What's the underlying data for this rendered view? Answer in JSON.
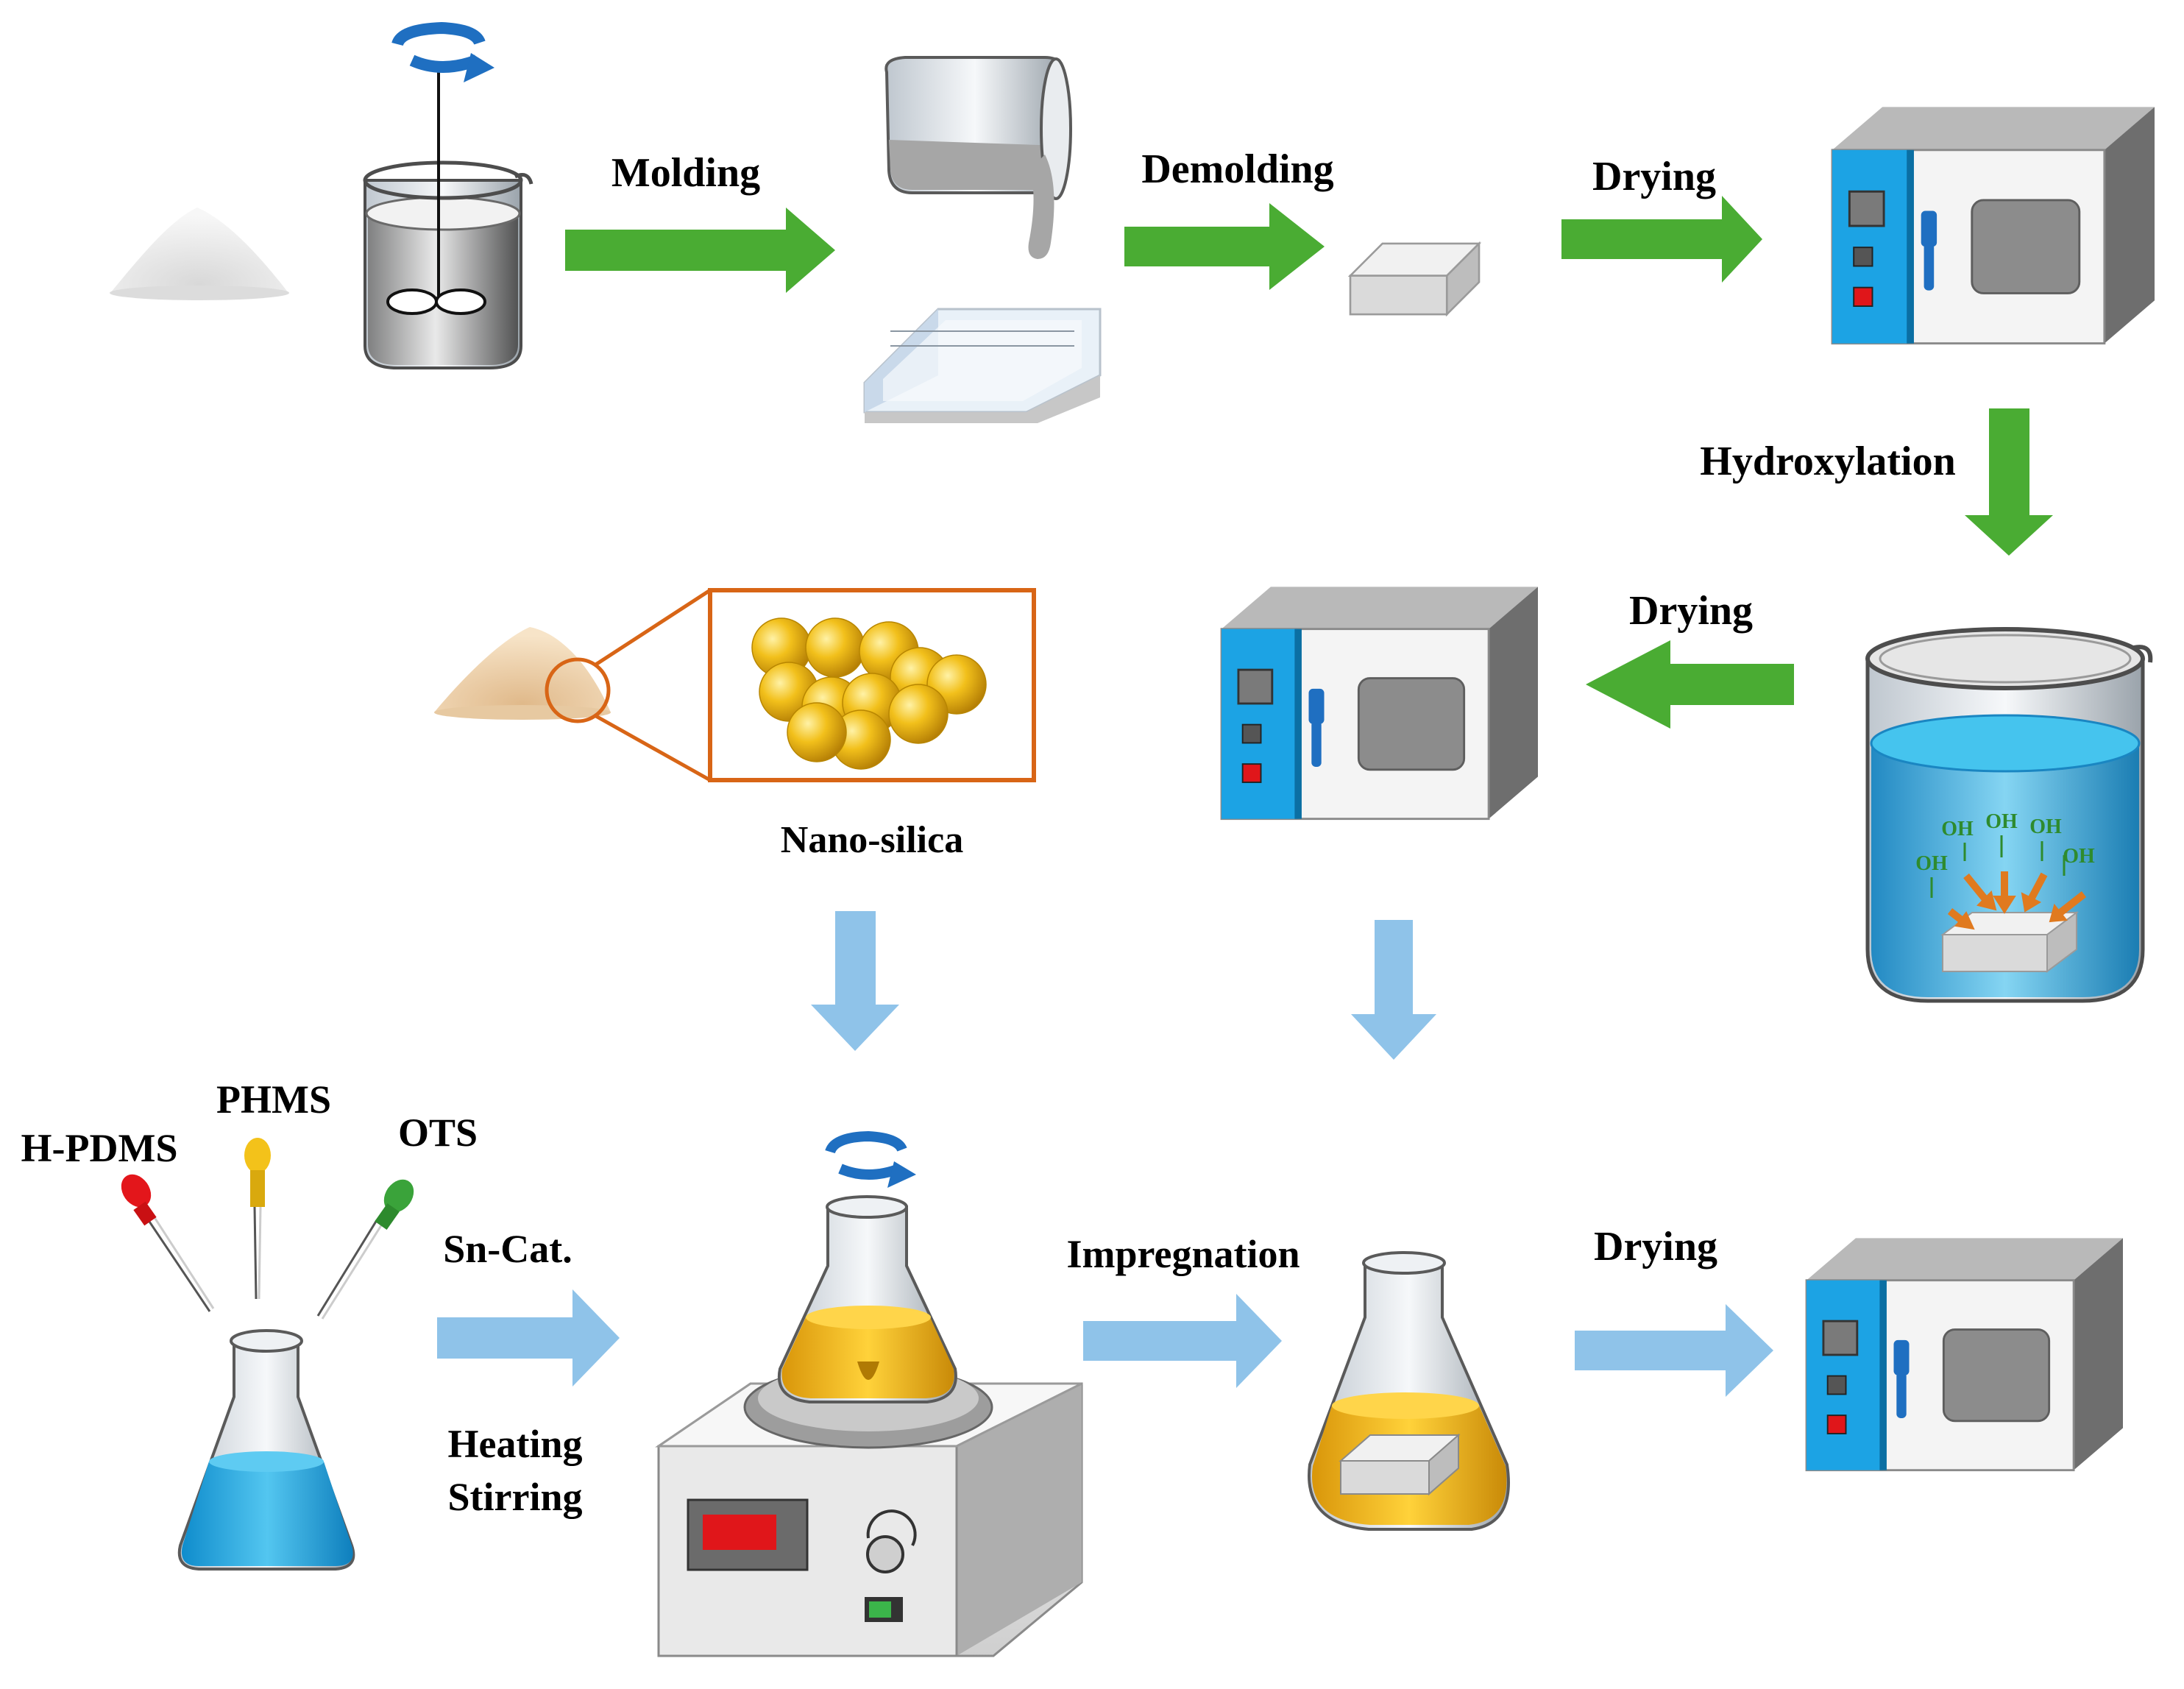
{
  "labels": {
    "molding": "Molding",
    "demolding": "Demolding",
    "drying_1": "Drying",
    "hydroxylation": "Hydroxylation",
    "drying_2": "Drying",
    "nano_silica": "Nano-silica",
    "h_pdms": "H-PDMS",
    "phms": "PHMS",
    "ots": "OTS",
    "sn_cat": "Sn-Cat.",
    "heating": "Heating",
    "stirring": "Stirring",
    "impregnation": "Impregnation",
    "drying_3": "Drying",
    "oh": "OH"
  },
  "colors": {
    "green_arrow": "#4aac33",
    "blue_arrow": "#8fc3e9",
    "oven_panel": "#1ca3e4",
    "gold": "#f0b614",
    "water_blue": "#2fb3e6",
    "orange": "#e07a1f",
    "rotate_blue": "#1f6fc1"
  },
  "icons": [
    "powder-pile-icon",
    "stirred-beaker-icon",
    "pouring-beaker-icon",
    "mold-tray-icon",
    "solid-block-icon",
    "oven-icon",
    "hydroxylation-beaker-icon",
    "nano-silica-powder-icon",
    "nano-silica-spheres-icon",
    "dropper-icon",
    "blue-flask-icon",
    "hot-plate-stirrer-icon",
    "impregnation-flask-icon",
    "rotate-arrow-icon"
  ]
}
